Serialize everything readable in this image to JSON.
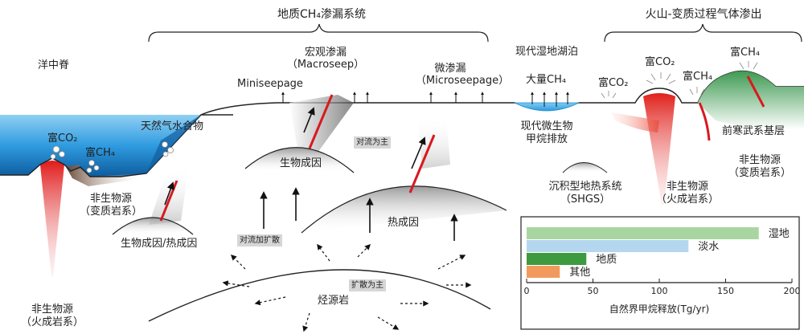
{
  "headers": {
    "geo_seepage": "地质CH₄渗漏系统",
    "volcanic_meta": "火山-变质过程气体渗出",
    "modern_wetland": "现代湿地湖泊",
    "mid_ocean_ridge": "洋中脊"
  },
  "labels": {
    "rich_co2_left": "富CO₂",
    "rich_ch4_left": "富CH₄",
    "abiotic_meta_1": "非生物源",
    "abiotic_meta_2": "（变质岩系）",
    "gas_hydrate": "天然气水合物",
    "abiotic_igneous_left_1": "非生物源",
    "abiotic_igneous_left_2": "（火成岩系）",
    "bio_thermo": "生物成因/热成因",
    "miniseepage": "Miniseepage",
    "macro_1": "宏观渗漏",
    "macro_2": "（Macroseep）",
    "biogenic": "生物成因",
    "convection_main": "对流为主",
    "micro_1": "微渗漏",
    "micro_2": "（Microseepage）",
    "thermogenic": "热成因",
    "conv_diffusion": "对流加扩散",
    "diffusion_main": "扩散为主",
    "source_rock": "烃源岩",
    "abundant_ch4": "大量CH₄",
    "microbial_1": "现代微生物",
    "microbial_2": "甲烷排放",
    "shgs_1": "沉积型地热系统",
    "shgs_2": "（SHGS）",
    "rich_co2_mid": "富CO₂",
    "rich_co2_right": "富CO₂",
    "rich_ch4_right": "富CH₄",
    "rich_ch4_top": "富CH₄",
    "precambrian": "前寒武系基层",
    "abiotic_meta_r1": "非生物源",
    "abiotic_meta_r2": "（变质岩系）",
    "abiotic_ign_r1": "非生物源",
    "abiotic_ign_r2": "（火成岩系）"
  },
  "colors": {
    "water": "#2f9be0",
    "water_dark": "#0f5ea0",
    "magma": "#e01a1a",
    "fault": "#d71920",
    "green_hill": "#3e9a52",
    "lake": "#41aee6"
  },
  "chart_data": {
    "type": "bar",
    "orientation": "horizontal",
    "categories": [
      "湿地",
      "淡水",
      "地质",
      "其他"
    ],
    "values": [
      175,
      122,
      45,
      25
    ],
    "colors": [
      "#a9d6a0",
      "#b5d6ef",
      "#3d9a3f",
      "#f29a5e"
    ],
    "xlabel": "自然界甲烷释放(Tg/yr)",
    "ticks": [
      0,
      50,
      100,
      150,
      200
    ],
    "xlim": [
      0,
      200
    ]
  }
}
